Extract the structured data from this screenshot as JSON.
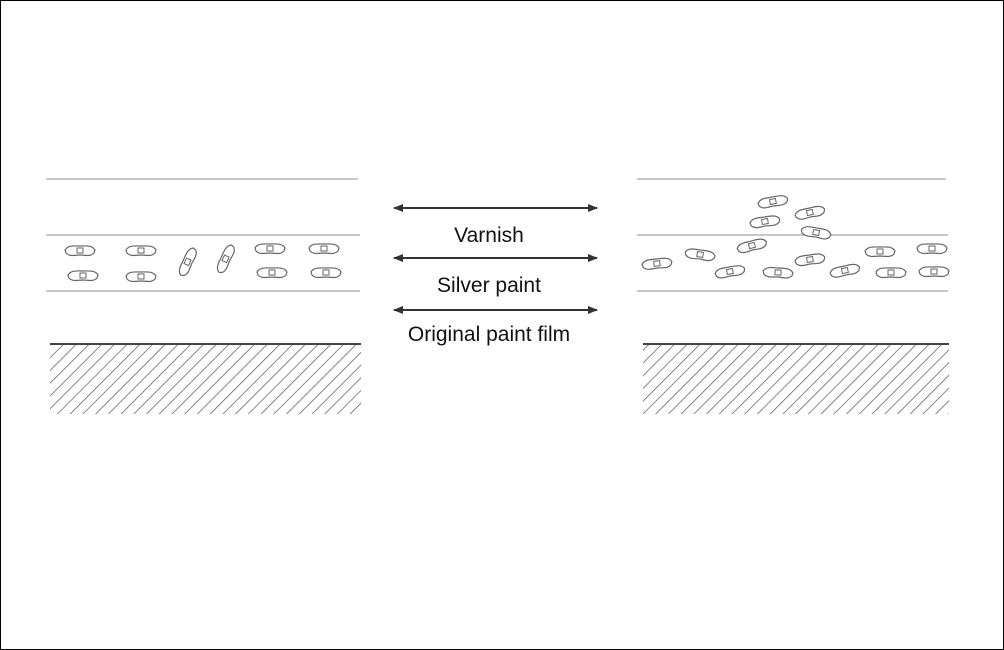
{
  "figure": {
    "layer_labels": {
      "varnish": "Varnish",
      "silver_paint": "Silver paint",
      "original_paint_film": "Original paint film"
    },
    "colors": {
      "layer_line": "#c8c8c8",
      "arrow": "#333333",
      "hatch": "#555555",
      "flake": "#666666",
      "border": "#000000"
    },
    "panels": {
      "left": {
        "description_state": "flakes aligned parallel"
      },
      "right": {
        "description_state": "flakes disordered"
      }
    }
  }
}
